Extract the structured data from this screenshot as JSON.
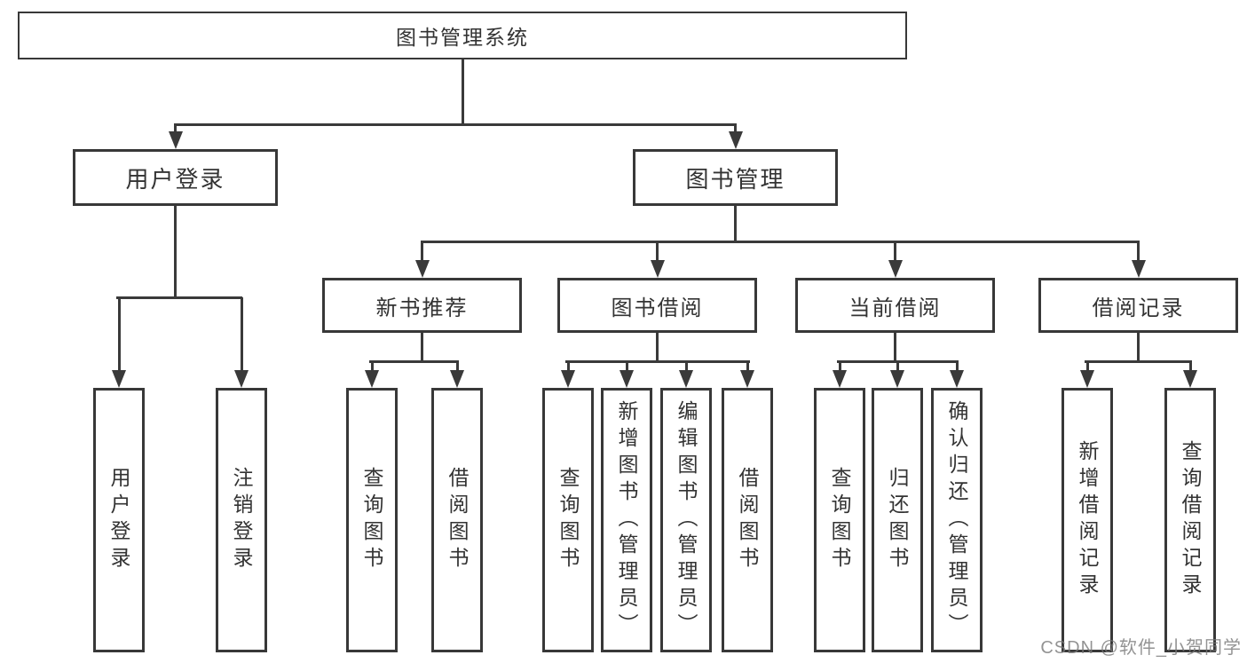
{
  "diagram": {
    "root": {
      "label": "图书管理系统"
    },
    "branches": [
      {
        "label": "用户登录",
        "children": [
          {
            "label": "用户登录"
          },
          {
            "label": "注销登录"
          }
        ]
      },
      {
        "label": "图书管理",
        "children": [
          {
            "label": "新书推荐",
            "children": [
              {
                "label": "查询图书"
              },
              {
                "label": "借阅图书"
              }
            ]
          },
          {
            "label": "图书借阅",
            "children": [
              {
                "label": "查询图书"
              },
              {
                "label": "新增图书（管理员）"
              },
              {
                "label": "编辑图书（管理员）"
              },
              {
                "label": "借阅图书"
              }
            ]
          },
          {
            "label": "当前借阅",
            "children": [
              {
                "label": "查询图书"
              },
              {
                "label": "归还图书"
              },
              {
                "label": "确认归还（管理员）"
              }
            ]
          },
          {
            "label": "借阅记录",
            "children": [
              {
                "label": "新增借阅记录"
              },
              {
                "label": "查询借阅记录"
              }
            ]
          }
        ]
      }
    ]
  },
  "watermark": {
    "text": "CSDN @软件_小贺同学"
  },
  "colors": {
    "line": "#3a3a3a",
    "border": "#383838",
    "text": "#333333",
    "background": "#ffffff",
    "watermark": "#787878"
  }
}
